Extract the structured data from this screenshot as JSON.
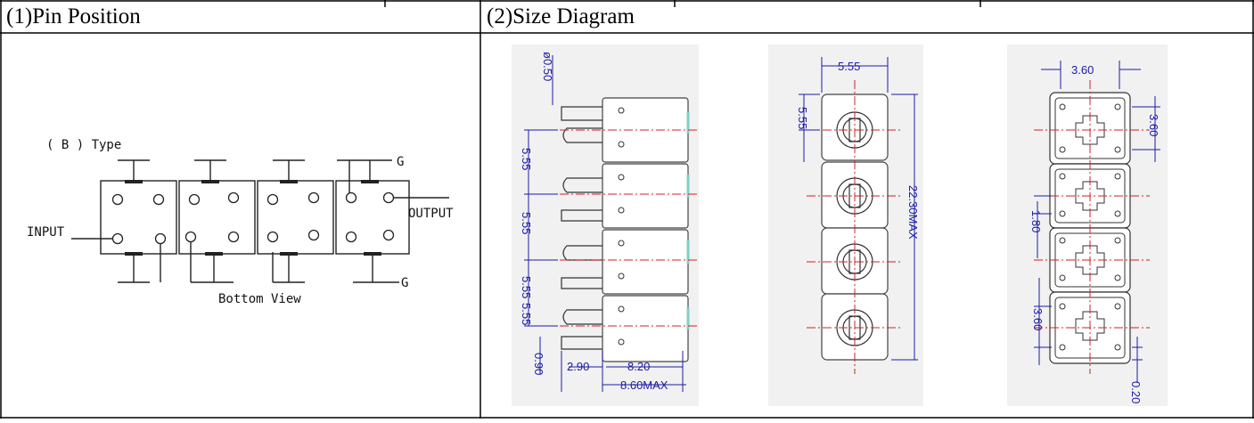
{
  "table": {
    "headers": [
      "(1)Pin Position",
      "(2)Size Diagram"
    ]
  },
  "pin_position": {
    "type_label": "( B ) Type",
    "input_label": "INPUT",
    "output_label": "OUTPUT",
    "ground_top": "G",
    "ground_bottom": "G",
    "view_label": "Bottom View"
  },
  "size_diagram": {
    "side_view": {
      "dim_pin_dia": "ø0.50",
      "dim_pitch_1": "5.55",
      "dim_pitch_2": "5.55",
      "dim_pitch_3": "5.55",
      "dim_pitch_4": "5.55",
      "dim_bottom": "0.90",
      "dim_pin_len": "2.90",
      "dim_body": "8.20",
      "dim_total": "8.60MAX"
    },
    "front_view": {
      "dim_width": "5.55",
      "dim_pitch": "5.55",
      "dim_height": "22.30MAX"
    },
    "bottom_view": {
      "dim_width": "3.60",
      "dim_right": "3.60",
      "dim_mid": "1.80",
      "dim_left": "3.60",
      "dim_bottom": "0.20"
    }
  },
  "colors": {
    "border": "#000000",
    "dimension": "#1a1aa8",
    "centerline": "#d22020",
    "drawing": "#2a2a2a",
    "accent": "#7fd0c8"
  }
}
